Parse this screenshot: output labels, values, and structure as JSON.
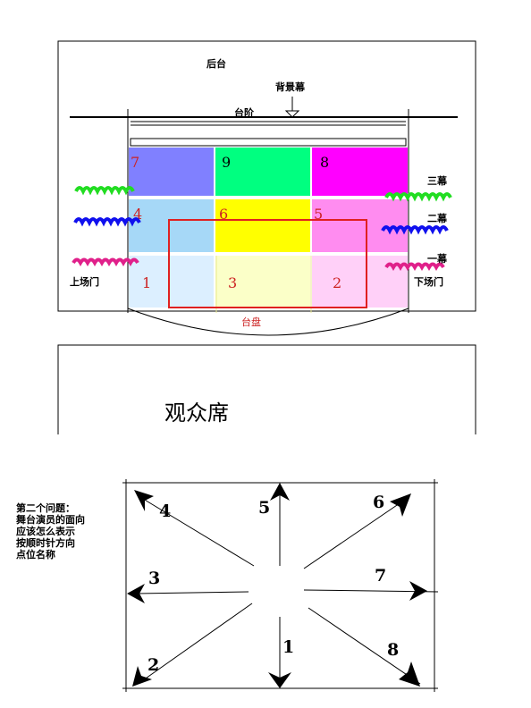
{
  "stage": {
    "backstage": "后台",
    "backdrop": "背景幕",
    "steps": "台阶",
    "platform": "台盘",
    "curtain_3": "三幕",
    "curtain_2": "二幕",
    "curtain_1": "一幕",
    "entrance_left": "上场门",
    "entrance_right": "下场门",
    "audience": "观众席",
    "zones": [
      "7",
      "9",
      "8",
      "4",
      "6",
      "5",
      "1",
      "3",
      "2"
    ],
    "zone_colors": [
      "#8080ff",
      "#00ff80",
      "#ff00ff",
      "#a6d8f7",
      "#ffff00",
      "#ff8cf0",
      "#dcefff",
      "#fbffc8",
      "#ffd0f8"
    ]
  },
  "question": {
    "line1": "第二个问题：",
    "line2": "舞台演员的面向",
    "line3": "应该怎么表示",
    "line4": "按顺时针方向",
    "line5": "点位名称"
  },
  "directions": [
    "1",
    "2",
    "3",
    "4",
    "5",
    "6",
    "7",
    "8"
  ]
}
